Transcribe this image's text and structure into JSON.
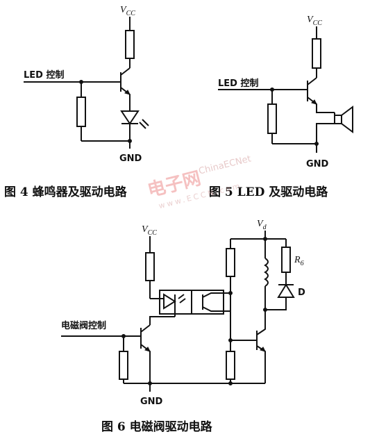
{
  "fig4": {
    "supply": "V",
    "supply_sub": "CC",
    "input_label": "LED 控制",
    "ground": "GND",
    "caption": "图 4   蜂鸣器及驱动电路"
  },
  "fig5": {
    "supply": "V",
    "supply_sub": "CC",
    "input_label": "LED 控制",
    "ground": "GND",
    "caption": "图 5   LED 及驱动电路"
  },
  "fig6": {
    "supply_left": "V",
    "supply_left_sub": "CC",
    "supply_right": "V",
    "supply_right_sub": "d",
    "resistor_label": "R",
    "resistor_sub": "6",
    "diode_label": "D",
    "input_label": "电磁阀控制",
    "ground": "GND",
    "caption": "图 6   电磁阀驱动电路"
  },
  "watermark": {
    "cn": "电子网",
    "en": "ChinaECNet",
    "url": "www.ECCN.com"
  }
}
